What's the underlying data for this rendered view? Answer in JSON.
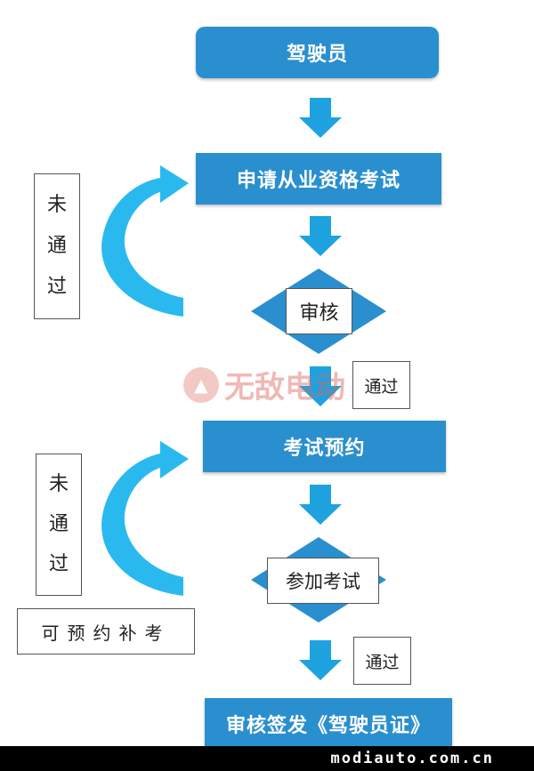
{
  "colors": {
    "box_blue": "#2a8fce",
    "arrow_blue": "#1ea2e0",
    "loop_arrow_blue": "#2ab9ef",
    "watermark_red": "#dc645a"
  },
  "nodes": {
    "driver": "驾驶员",
    "apply_exam": "申请从业资格考试",
    "review": "审核",
    "exam_booking": "考试预约",
    "take_exam": "参加考试",
    "issue_license": "审核签发《驾驶员证》"
  },
  "labels": {
    "not_passed_1": [
      "未",
      "通",
      "过"
    ],
    "not_passed_2": [
      "未",
      "通",
      "过"
    ],
    "passed_1": "通过",
    "passed_2": "通过",
    "can_rebook": "可预约补考"
  },
  "watermark": {
    "text": "无敌电动"
  },
  "footer": {
    "text": "modiauto.com.cn"
  }
}
